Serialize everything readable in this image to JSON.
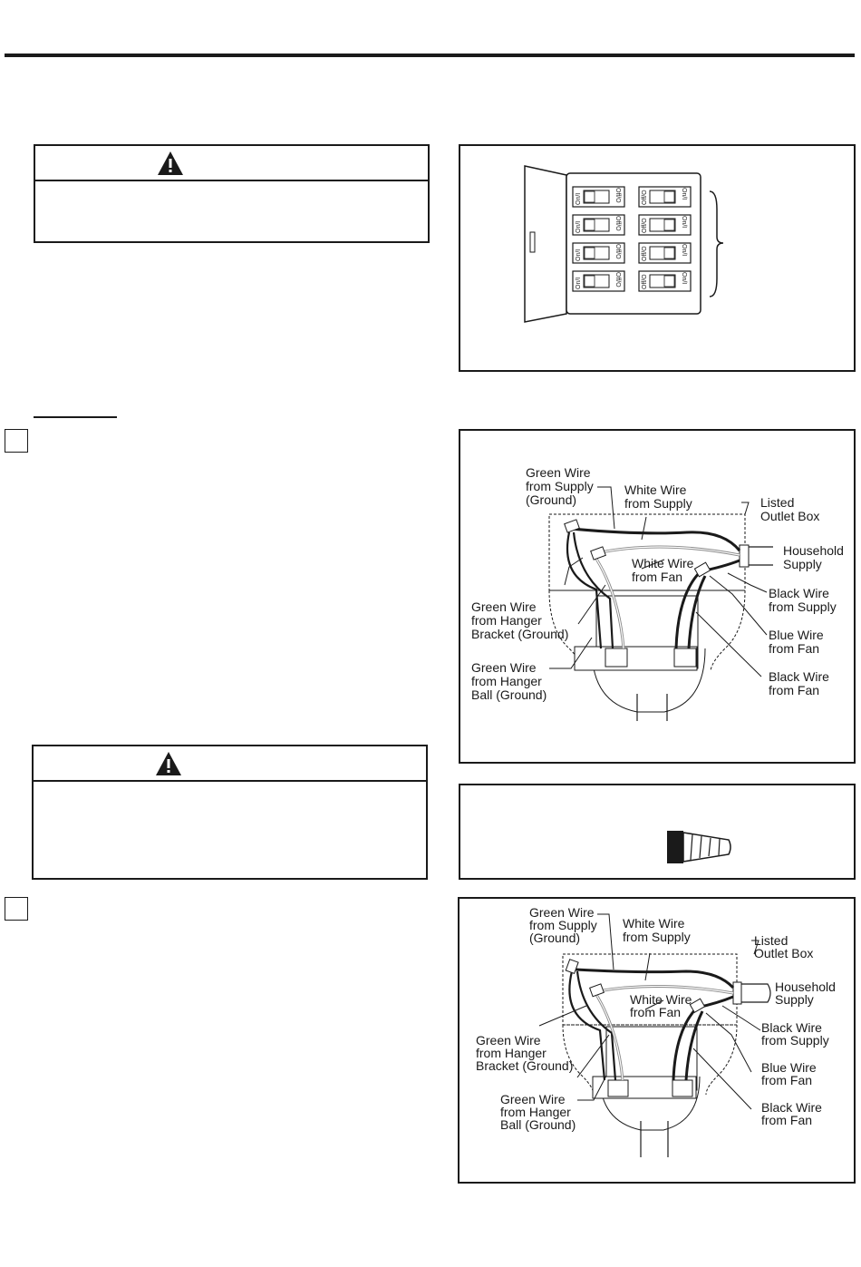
{
  "breaker_panel": {
    "on_label": "On/I",
    "off_label": "Off/O"
  },
  "wiring_diagram_1": {
    "green_supply": [
      "Green Wire",
      "from Supply",
      "(Ground)"
    ],
    "white_supply": [
      "White Wire",
      "from Supply"
    ],
    "outlet_box": [
      "Listed",
      "Outlet Box"
    ],
    "household": [
      "Household",
      "Supply"
    ],
    "white_fan": [
      "White Wire",
      "from Fan"
    ],
    "black_supply": [
      "Black Wire",
      "from Supply"
    ],
    "green_bracket": [
      "Green Wire",
      "from Hanger",
      "Bracket (Ground)"
    ],
    "blue_fan": [
      "Blue Wire",
      "from Fan"
    ],
    "green_ball": [
      "Green Wire",
      "from Hanger",
      "Ball (Ground)"
    ],
    "black_fan": [
      "Black Wire",
      "from Fan"
    ]
  },
  "wiring_diagram_2": {
    "green_supply": [
      "Green Wire",
      "from Supply",
      "(Ground)"
    ],
    "white_supply": [
      "White Wire",
      "from Supply"
    ],
    "outlet_box": [
      "Listed",
      "Outlet Box"
    ],
    "household": [
      "Household",
      "Supply"
    ],
    "white_fan": [
      "White Wire",
      "from Fan"
    ],
    "black_supply": [
      "Black Wire",
      "from Supply"
    ],
    "green_bracket": [
      "Green Wire",
      "from Hanger",
      "Bracket (Ground)"
    ],
    "blue_fan": [
      "Blue Wire",
      "from Fan"
    ],
    "green_ball": [
      "Green Wire",
      "from Hanger",
      "Ball (Ground)"
    ],
    "black_fan": [
      "Black Wire",
      "from Fan"
    ]
  }
}
